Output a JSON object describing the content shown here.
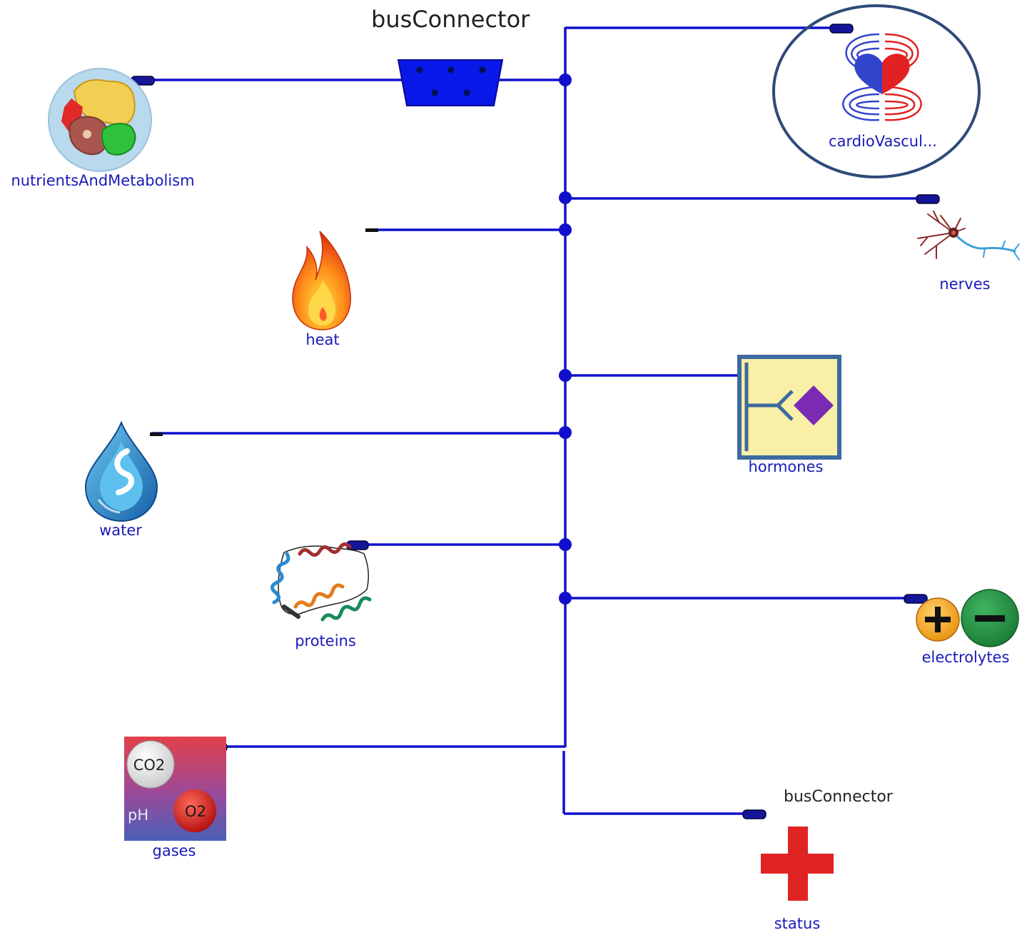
{
  "diagram": {
    "bus_title": "busConnector",
    "status_bus_label": "busConnector",
    "components": {
      "nutrients": "nutrientsAndMetabolism",
      "cardio": "cardioVascul...",
      "nerves": "nerves",
      "heat": "heat",
      "hormones": "hormones",
      "water": "water",
      "proteins": "proteins",
      "electrolytes": "electrolytes",
      "gases": "gases",
      "status": "status"
    },
    "gases_icon": {
      "co2": "CO2",
      "o2": "O2",
      "ph": "pH"
    },
    "colors": {
      "bus_line": "#1010cc",
      "label": "#1a1ab8",
      "highlight_ring": "#2e4a7a"
    }
  }
}
